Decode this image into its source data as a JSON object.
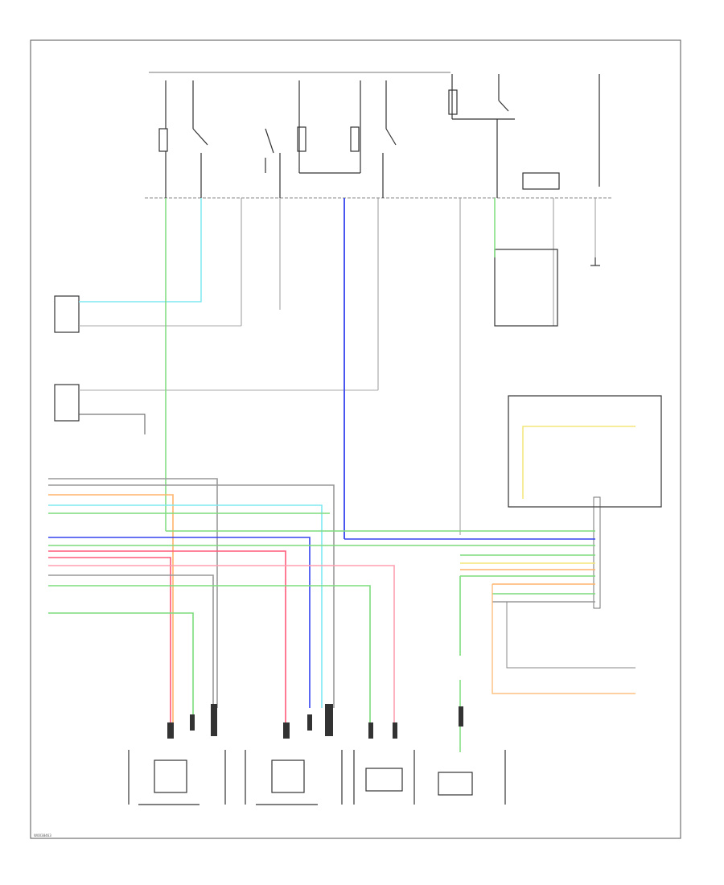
{
  "diagram_id": "W0038463",
  "wire_colors": {
    "green": "#7ddc7d",
    "light_blue": "#7fe8f0",
    "blue": "#3344ee",
    "red": "#ff5a78",
    "pink": "#ff9fb0",
    "yellow": "#f3e679",
    "orange": "#ffb46a",
    "gray": "#9a9a9a",
    "dark": "#444444"
  },
  "components": [
    {
      "id": "blower-sw-1",
      "icon": "switch-icon"
    },
    {
      "id": "blower-sw-2",
      "icon": "switch-icon"
    },
    {
      "id": "hvac-control-module",
      "icon": "module-icon"
    },
    {
      "id": "hvac-sensor-lower",
      "icon": "module-icon"
    },
    {
      "id": "mode-door-actuator",
      "icon": "motor-icon"
    },
    {
      "id": "recirc-door-actuator",
      "icon": "motor-icon"
    },
    {
      "id": "blend-door-actuator",
      "icon": "motor-icon"
    },
    {
      "id": "ambient-sensor",
      "icon": "sensor-icon"
    }
  ]
}
